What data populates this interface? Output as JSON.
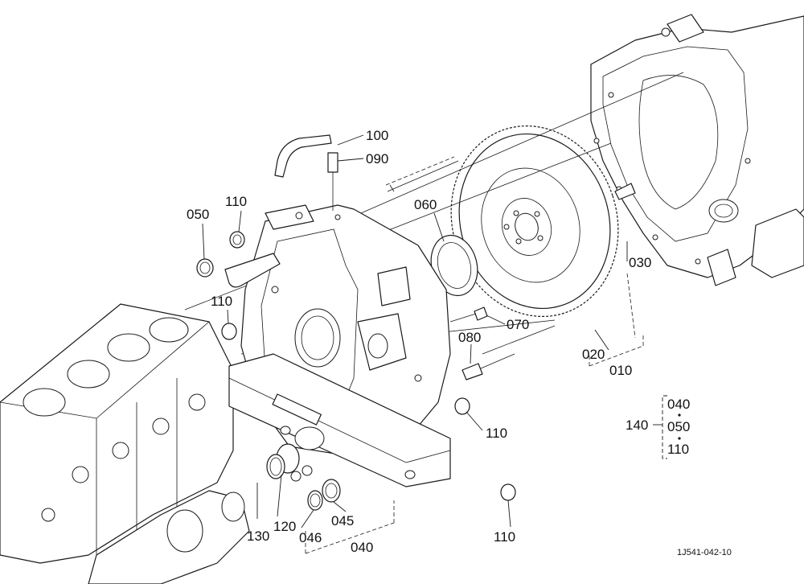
{
  "diagram": {
    "reference_code": "1J541-042-10",
    "callouts": [
      {
        "id": "p100",
        "label": "100"
      },
      {
        "id": "p090",
        "label": "090"
      },
      {
        "id": "p110a",
        "label": "110"
      },
      {
        "id": "p050",
        "label": "050"
      },
      {
        "id": "p060",
        "label": "060"
      },
      {
        "id": "p110b",
        "label": "110"
      },
      {
        "id": "p030",
        "label": "030"
      },
      {
        "id": "p070",
        "label": "070"
      },
      {
        "id": "p080",
        "label": "080"
      },
      {
        "id": "p020",
        "label": "020"
      },
      {
        "id": "p010",
        "label": "010"
      },
      {
        "id": "p110c",
        "label": "110"
      },
      {
        "id": "p120",
        "label": "120"
      },
      {
        "id": "p130",
        "label": "130"
      },
      {
        "id": "p045",
        "label": "045"
      },
      {
        "id": "p046",
        "label": "046"
      },
      {
        "id": "p040",
        "label": "040"
      },
      {
        "id": "p110d",
        "label": "110"
      }
    ],
    "kit": {
      "label": "140",
      "items": [
        "040",
        "050",
        "110"
      ]
    }
  }
}
